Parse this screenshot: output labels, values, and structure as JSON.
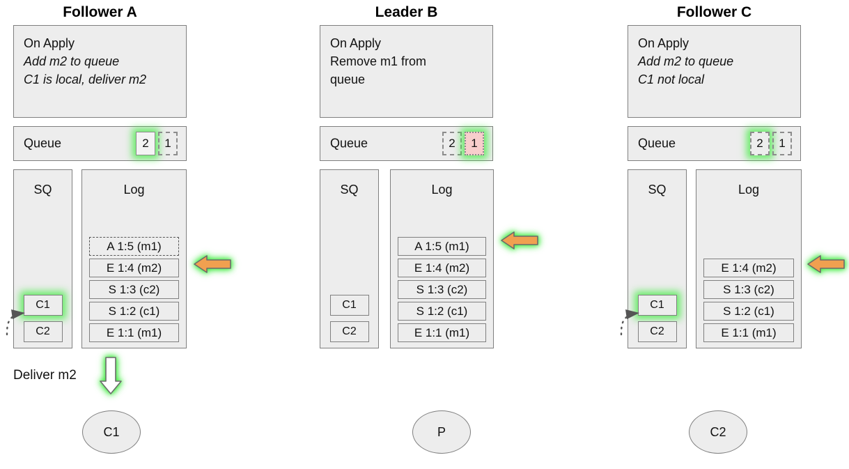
{
  "diagram": {
    "title_hidden": "",
    "colors": {
      "panel_fill": "#ededed",
      "panel_border": "#7f7f7f",
      "glow_green": "#3ceb3c",
      "arrow_orange": "#f0a050",
      "queue_pink": "#f8cecc",
      "text": "#111111"
    }
  },
  "columns": [
    {
      "id": "follower-a",
      "title": "Follower A",
      "on_apply": {
        "header": "On Apply",
        "lines": [
          {
            "text": "Add m2 to queue",
            "italic": true
          },
          {
            "text": "C1 is local, deliver m2",
            "italic": true
          }
        ]
      },
      "queue": {
        "label": "Queue",
        "items": [
          {
            "value": "2",
            "style": "solid",
            "glow": true
          },
          {
            "value": "1",
            "style": "dashed",
            "glow": false
          }
        ]
      },
      "sq": {
        "title": "SQ",
        "items": [
          {
            "value": "C1",
            "glow": true
          },
          {
            "value": "C2",
            "glow": false
          }
        ]
      },
      "log": {
        "title": "Log",
        "entries": [
          {
            "value": "E 1:1 (m1)",
            "style": "solid"
          },
          {
            "value": "S 1:2 (c1)",
            "style": "solid"
          },
          {
            "value": "S 1:3 (c2)",
            "style": "solid"
          },
          {
            "value": "E 1:4 (m2)",
            "style": "solid"
          },
          {
            "value": "A 1:5 (m1)",
            "style": "dashed"
          }
        ]
      },
      "incoming_arrow": {
        "icon": "arrow-left-icon",
        "target_entry": "E 1:4 (m2)"
      },
      "deliver": {
        "label": "Deliver m2",
        "icon": "arrow-down-icon"
      },
      "client": "C1"
    },
    {
      "id": "leader-b",
      "title": "Leader B",
      "on_apply": {
        "header": "On Apply",
        "lines": [
          {
            "text": "Remove m1 from",
            "italic": false
          },
          {
            "text": "queue",
            "italic": false
          }
        ]
      },
      "queue": {
        "label": "Queue",
        "items": [
          {
            "value": "2",
            "style": "dashed",
            "glow": false
          },
          {
            "value": "1",
            "style": "dotted-pink",
            "glow": true
          }
        ]
      },
      "sq": {
        "title": "SQ",
        "items": [
          {
            "value": "C1",
            "glow": false
          },
          {
            "value": "C2",
            "glow": false
          }
        ]
      },
      "log": {
        "title": "Log",
        "entries": [
          {
            "value": "E 1:1 (m1)",
            "style": "solid"
          },
          {
            "value": "S 1:2 (c1)",
            "style": "solid"
          },
          {
            "value": "S 1:3 (c2)",
            "style": "solid"
          },
          {
            "value": "E 1:4 (m2)",
            "style": "solid"
          },
          {
            "value": "A 1:5 (m1)",
            "style": "solid"
          }
        ]
      },
      "incoming_arrow": {
        "icon": "arrow-left-icon",
        "target_entry": "A 1:5 (m1)"
      },
      "deliver": null,
      "client": "P"
    },
    {
      "id": "follower-c",
      "title": "Follower C",
      "on_apply": {
        "header": "On Apply",
        "lines": [
          {
            "text": "Add m2 to queue",
            "italic": true
          },
          {
            "text": "C1 not local",
            "italic": true
          }
        ]
      },
      "queue": {
        "label": "Queue",
        "items": [
          {
            "value": "2",
            "style": "dashed",
            "glow": true
          },
          {
            "value": "1",
            "style": "dashed",
            "glow": false
          }
        ]
      },
      "sq": {
        "title": "SQ",
        "items": [
          {
            "value": "C1",
            "glow": true
          },
          {
            "value": "C2",
            "glow": false
          }
        ]
      },
      "log": {
        "title": "Log",
        "entries": [
          {
            "value": "E 1:1 (m1)",
            "style": "solid"
          },
          {
            "value": "S 1:2 (c1)",
            "style": "solid"
          },
          {
            "value": "S 1:3 (c2)",
            "style": "solid"
          },
          {
            "value": "E 1:4 (m2)",
            "style": "solid"
          }
        ]
      },
      "incoming_arrow": {
        "icon": "arrow-left-icon",
        "target_entry": "E 1:4 (m2)"
      },
      "deliver": null,
      "client": "C2"
    }
  ]
}
